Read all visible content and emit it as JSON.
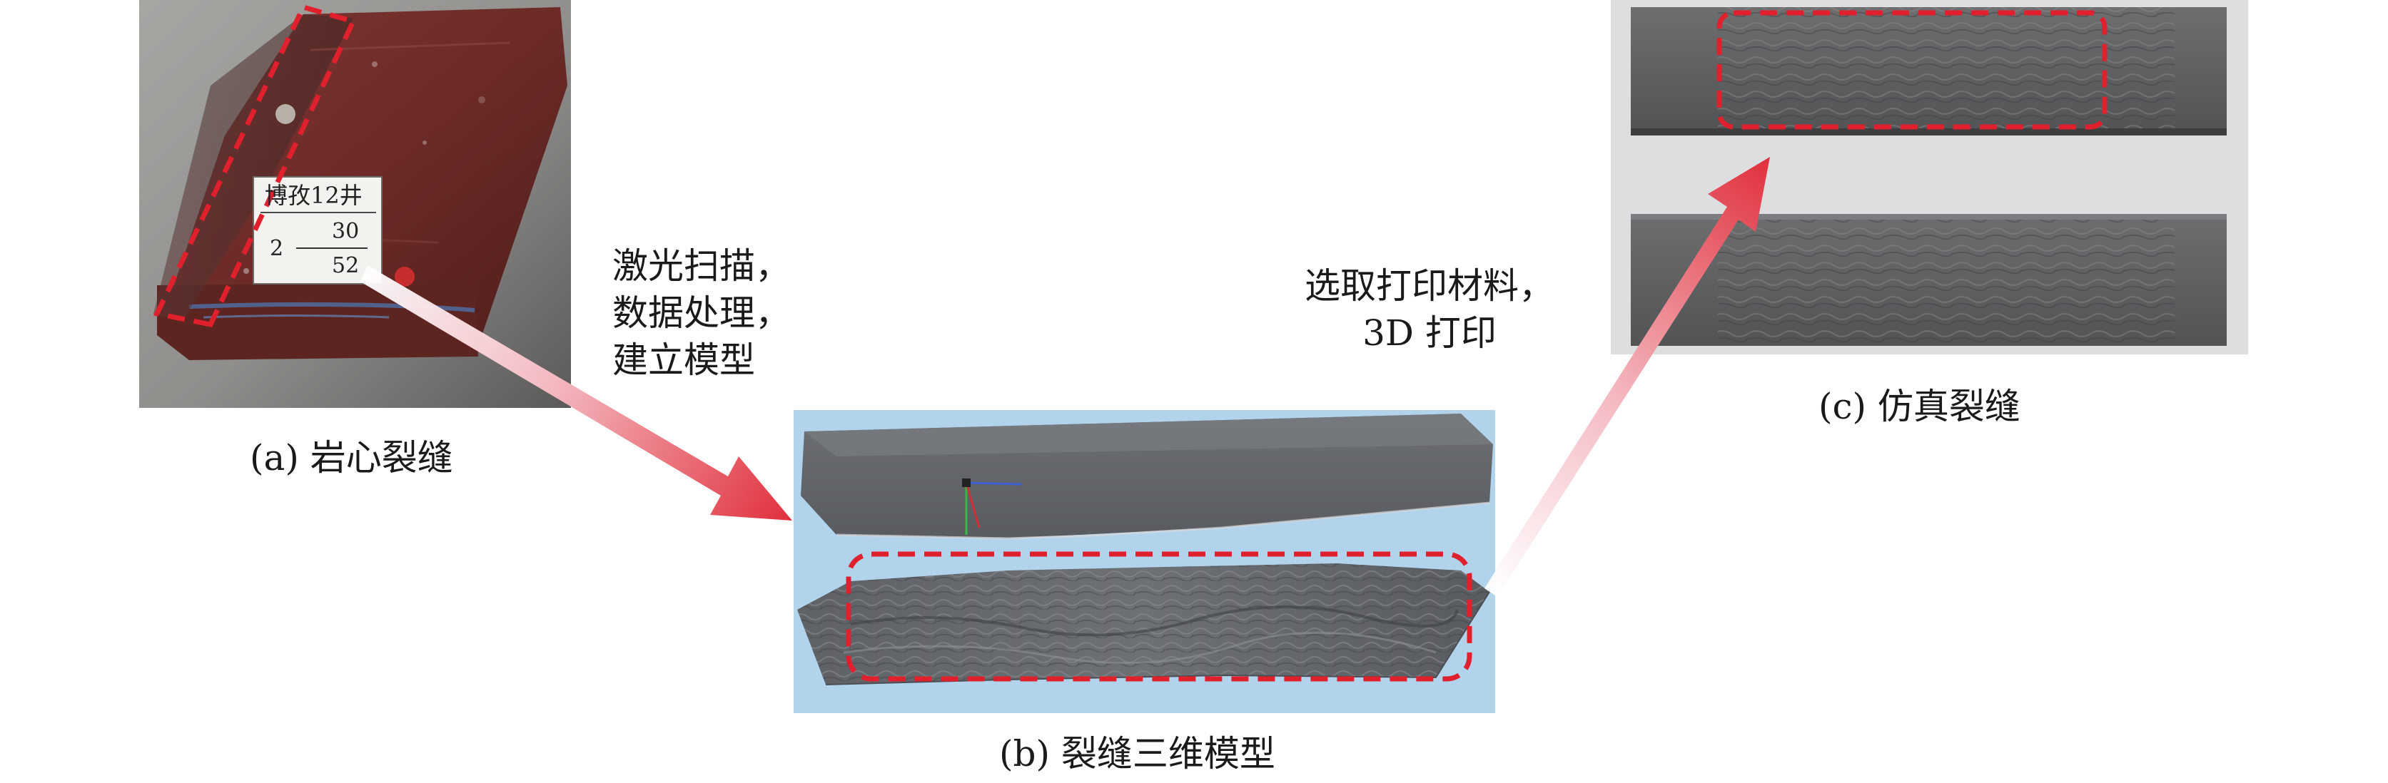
{
  "panels": {
    "a": {
      "caption": "(a) 岩心裂缝",
      "label_line1": "博孜12井",
      "label_fraction_left": "2",
      "label_numerator": "30",
      "label_denominator": "52"
    },
    "b": {
      "caption": "(b) 裂缝三维模型"
    },
    "c": {
      "caption": "(c) 仿真裂缝"
    }
  },
  "steps": {
    "scan": {
      "line1": "激光扫描，",
      "line2": "数据处理，",
      "line3": "建立模型"
    },
    "print": {
      "line1": "选取打印材料，",
      "line2": "3D 打印"
    }
  },
  "colors": {
    "highlight_dash": "#e0202c",
    "arrow_red": "#e0303c",
    "arrow_fade": "#f7d3d8",
    "model_bg": "#b2d3ec",
    "core_rock": "#6e2e2a",
    "print_gray": "#5d5f61"
  }
}
